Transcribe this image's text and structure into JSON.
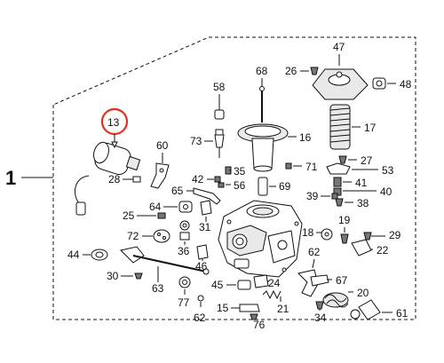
{
  "diagram": {
    "assembly_number": "1",
    "highlighted_part": "13",
    "highlight_color": "#e2321e",
    "callouts": [
      "13",
      "60",
      "28",
      "73",
      "58",
      "68",
      "26",
      "47",
      "48",
      "16",
      "17",
      "27",
      "53",
      "71",
      "35",
      "42",
      "56",
      "65",
      "69",
      "41",
      "40",
      "39",
      "38",
      "64",
      "25",
      "31",
      "19",
      "18",
      "29",
      "72",
      "36",
      "44",
      "46",
      "62",
      "22",
      "30",
      "63",
      "45",
      "24",
      "67",
      "77",
      "15",
      "21",
      "20",
      "34",
      "61",
      "62",
      "76"
    ]
  }
}
